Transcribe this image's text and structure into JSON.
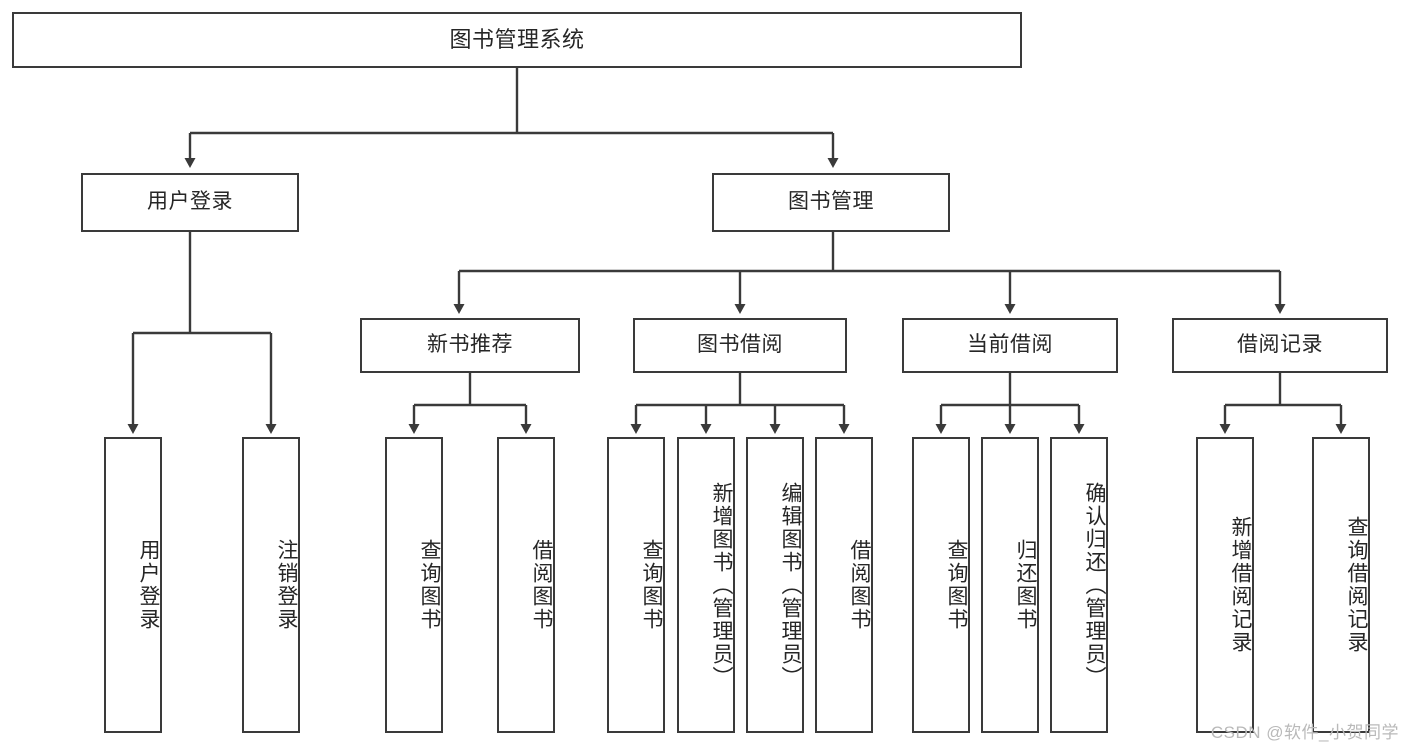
{
  "diagram": {
    "title": "图书管理系统",
    "type": "tree",
    "root": {
      "label": "图书管理系统"
    },
    "level2": [
      {
        "label": "用户登录"
      },
      {
        "label": "图书管理"
      }
    ],
    "level3": [
      {
        "label": "新书推荐"
      },
      {
        "label": "图书借阅"
      },
      {
        "label": "当前借阅"
      },
      {
        "label": "借阅记录"
      }
    ],
    "leaves": {
      "user_login": [
        {
          "label": "用户登录"
        },
        {
          "label": "注销登录"
        }
      ],
      "new_book_recommend": [
        {
          "label": "查询图书"
        },
        {
          "label": "借阅图书"
        }
      ],
      "book_borrow": [
        {
          "label": "查询图书"
        },
        {
          "label": "新增图书（管理员）"
        },
        {
          "label": "编辑图书（管理员）"
        },
        {
          "label": "借阅图书"
        }
      ],
      "current_borrow": [
        {
          "label": "查询图书"
        },
        {
          "label": "归还图书"
        },
        {
          "label": "确认归还（管理员）"
        }
      ],
      "borrow_record": [
        {
          "label": "新增借阅记录"
        },
        {
          "label": "查询借阅记录"
        }
      ]
    }
  },
  "watermark": {
    "text": "CSDN @软件_小贺同学"
  },
  "colors": {
    "stroke": "#3a3a3a",
    "text": "#262626",
    "background": "#ffffff",
    "watermark": "#b9b9b9"
  }
}
